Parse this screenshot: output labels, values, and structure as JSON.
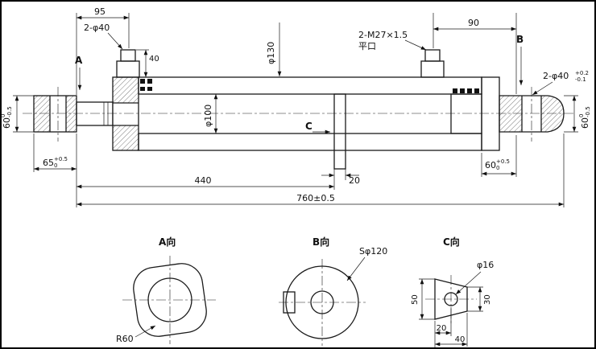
{
  "colors": {
    "line": "#1a1a1a",
    "bg": "#ffffff"
  },
  "main_view": {
    "dim_95": "95",
    "label_2phi40": "2-φ40",
    "dim_40": "40",
    "dim_phi130": "φ130",
    "label_thread": "2-M27×1.5",
    "label_flat": "平口",
    "dim_90": "90",
    "view_a": "A",
    "view_b": "B",
    "view_c": "C",
    "label_2phi40_tol": {
      "base": "2-φ40",
      "sup": "+0.2",
      "sub": "-0.1"
    },
    "dim_60_left": {
      "base": "60",
      "sup": "0",
      "sub": "-0.5"
    },
    "dim_60_right": {
      "base": "60",
      "sup": "0",
      "sub": "-0.5"
    },
    "dim_65": {
      "base": "65",
      "sup": "+0.5",
      "sub": "0"
    },
    "dim_60_rear": {
      "base": "60",
      "sup": "+0.5",
      "sub": "0"
    },
    "dim_phi100": "φ100",
    "dim_440": "440",
    "dim_20": "20",
    "dim_760": "760±0.5"
  },
  "view_a": {
    "title": "A向",
    "label_r60": "R60"
  },
  "view_b": {
    "title": "B向",
    "label_sphi120": "Sφ120"
  },
  "view_c": {
    "title": "C向",
    "label_phi16": "φ16",
    "dim_50": "50",
    "dim_30": "30",
    "dim_20": "20",
    "dim_40": "40"
  }
}
